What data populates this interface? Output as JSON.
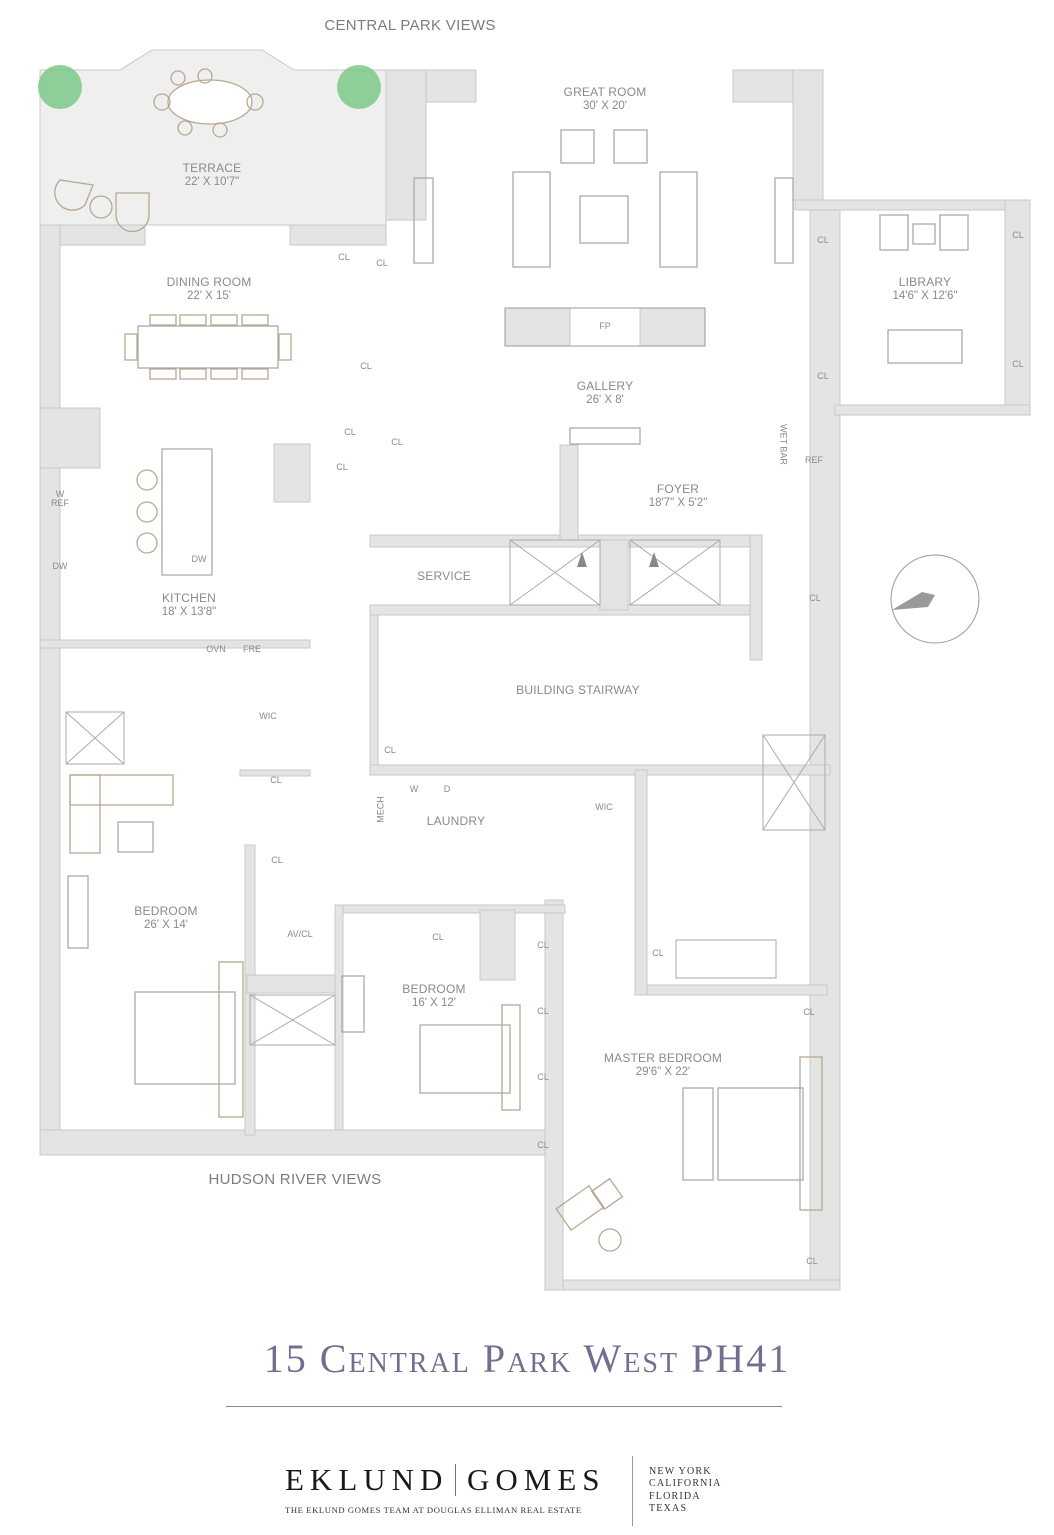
{
  "plan": {
    "title": "15 Central Park West PH41",
    "views": {
      "top": "CENTRAL PARK VIEWS",
      "bottom": "HUDSON RIVER VIEWS"
    },
    "rooms": {
      "terrace": {
        "name": "TERRACE",
        "dim": "22' X 10'7\""
      },
      "great_room": {
        "name": "GREAT ROOM",
        "dim": "30' X 20'"
      },
      "library": {
        "name": "LIBRARY",
        "dim": "14'6\" X 12'6\""
      },
      "dining_room": {
        "name": "DINING ROOM",
        "dim": "22' X 15'"
      },
      "gallery": {
        "name": "GALLERY",
        "dim": "26' X 8'"
      },
      "foyer": {
        "name": "FOYER",
        "dim": "18'7\" X 5'2\""
      },
      "kitchen": {
        "name": "KITCHEN",
        "dim": "18' X 13'8\""
      },
      "service": {
        "name": "SERVICE"
      },
      "building_stairway": {
        "name": "BUILDING STAIRWAY"
      },
      "laundry": {
        "name": "LAUNDRY"
      },
      "bedroom_1": {
        "name": "BEDROOM",
        "dim": "26' X 14'"
      },
      "bedroom_2": {
        "name": "BEDROOM",
        "dim": "16' X 12'"
      },
      "master_bedroom": {
        "name": "MASTER BEDROOM",
        "dim": "29'6\" X 22'"
      }
    },
    "fixtures": {
      "fp": "FP",
      "wet_bar": "WET BAR",
      "ref": "REF",
      "w_ref": "W\nREF",
      "w_ref_line1": "W",
      "w_ref_line2": "REF",
      "dw": "DW",
      "ovn": "OVN",
      "fre": "FRE",
      "wic": "WIC",
      "cl": "CL",
      "av_cl": "AV/CL",
      "mech": "MECH",
      "washer": "W",
      "dryer": "D"
    },
    "compass": {
      "label": "north-arrow"
    }
  },
  "footer": {
    "brand_left": "EKLUND",
    "brand_right": "GOMES",
    "tagline": "THE EKLUND GOMES TEAM AT DOUGLAS ELLIMAN REAL ESTATE",
    "locations": [
      "NEW YORK",
      "CALIFORNIA",
      "FLORIDA",
      "TEXAS"
    ]
  },
  "colors": {
    "wall": "#e3e3e3",
    "wall_line": "#c8c8c8",
    "furniture": "#b8a890",
    "tree": "#7cc98a",
    "title": "#6f6f8f",
    "label": "#8a8a8a"
  }
}
